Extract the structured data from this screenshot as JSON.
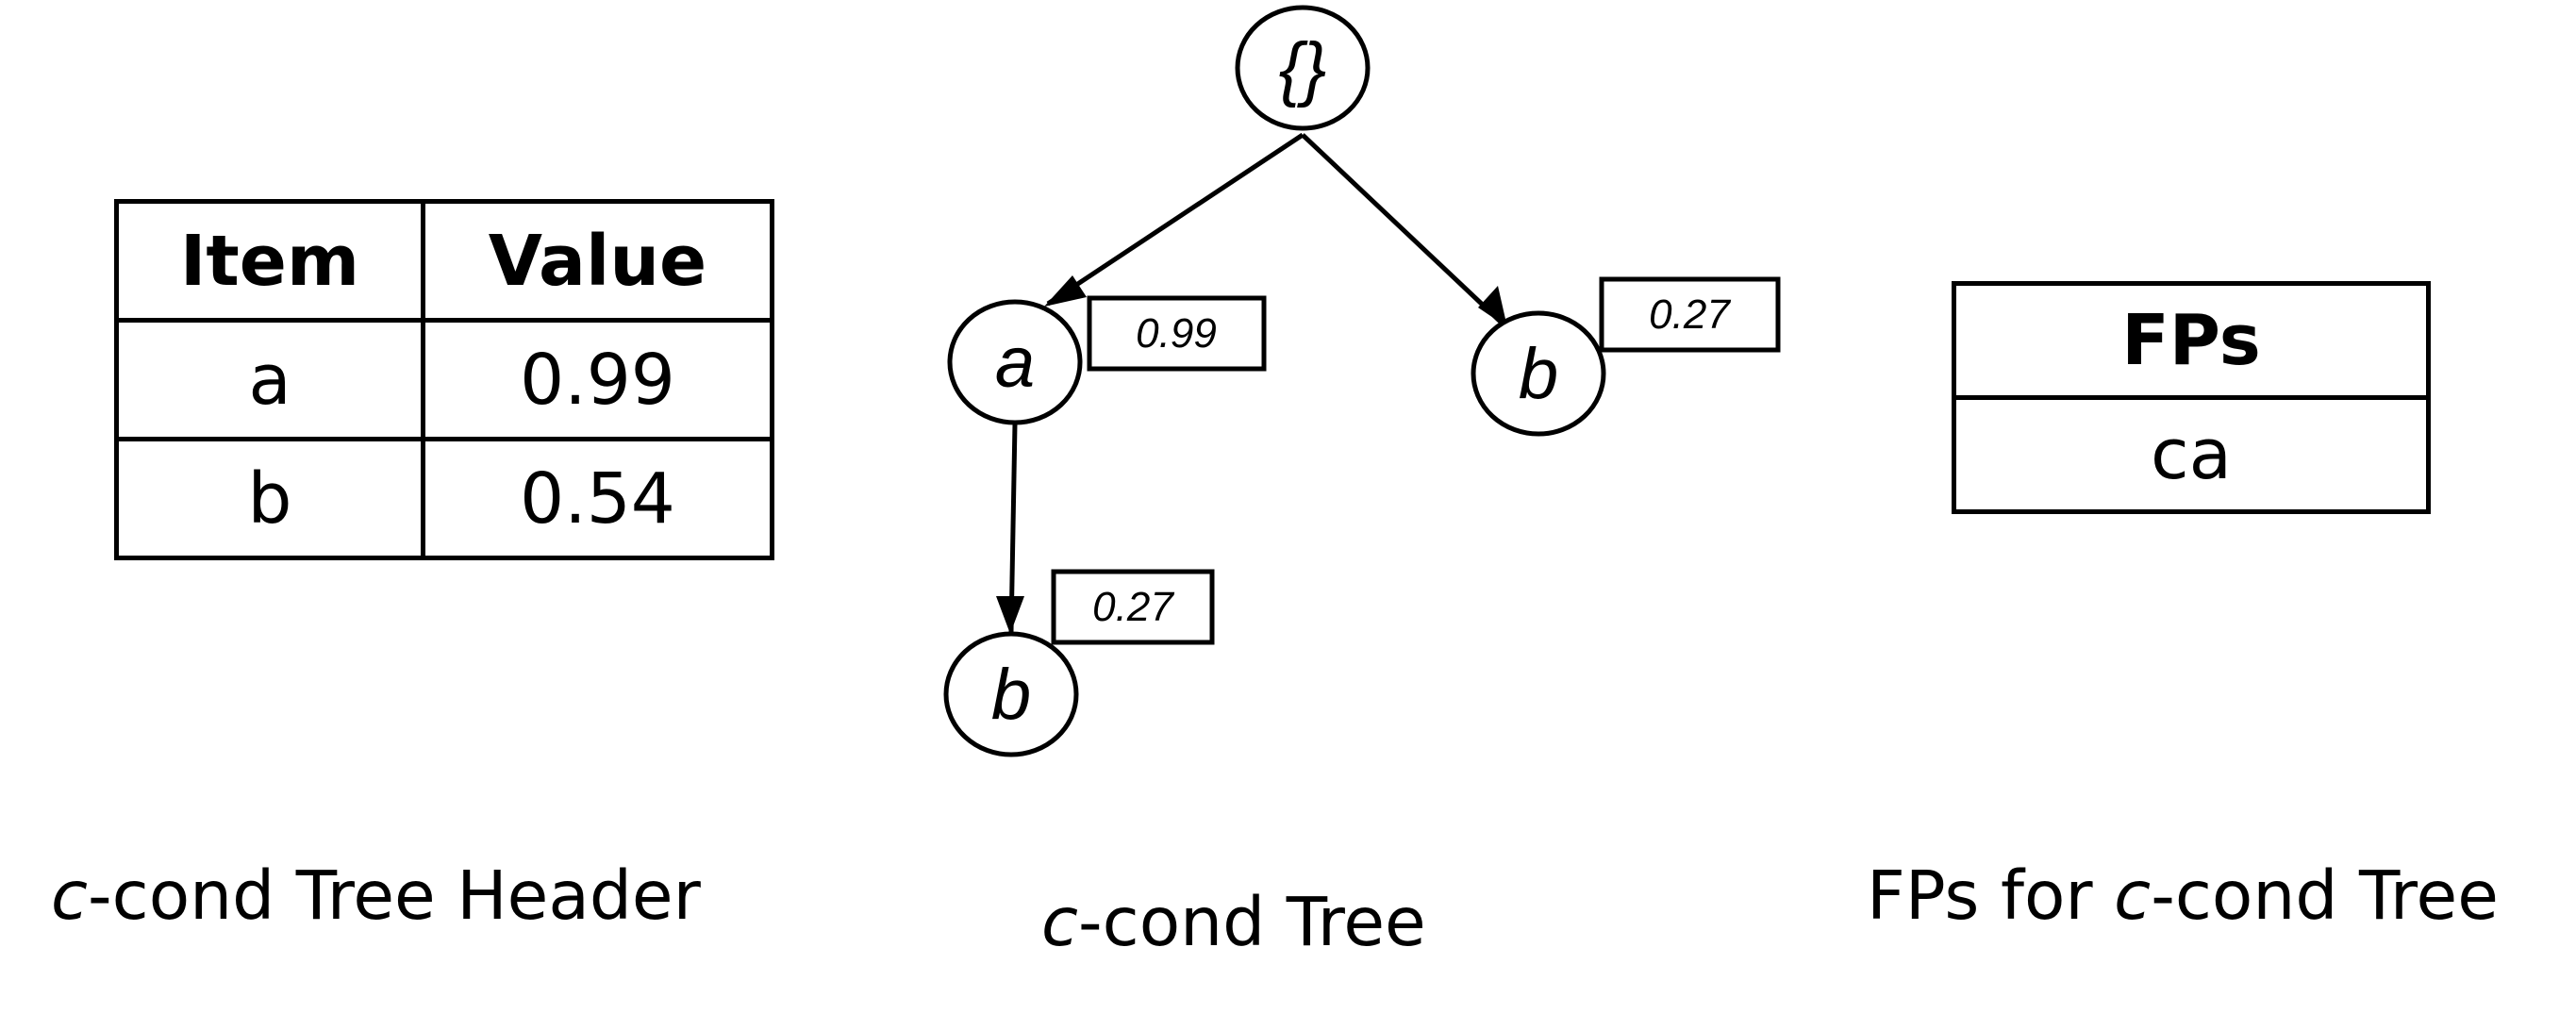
{
  "header_table": {
    "columns": [
      "Item",
      "Value"
    ],
    "rows": [
      {
        "item": "a",
        "value": "0.99"
      },
      {
        "item": "b",
        "value": "0.54"
      }
    ],
    "caption_italic": "c",
    "caption_rest": "-cond Tree Header"
  },
  "tree": {
    "root": {
      "label": "{}"
    },
    "nodes": [
      {
        "id": "a",
        "label": "a",
        "count": "0.99"
      },
      {
        "id": "b_right",
        "label": "b",
        "count": "0.27"
      },
      {
        "id": "b_child",
        "label": "b",
        "count": "0.27"
      }
    ],
    "caption_italic": "c",
    "caption_rest": "-cond Tree"
  },
  "fps_table": {
    "header": "FPs",
    "rows": [
      "ca"
    ],
    "caption_prefix": "FPs for ",
    "caption_italic": "c",
    "caption_rest": "-cond Tree"
  },
  "colors": {
    "stroke": "#000000",
    "background": "#ffffff"
  }
}
